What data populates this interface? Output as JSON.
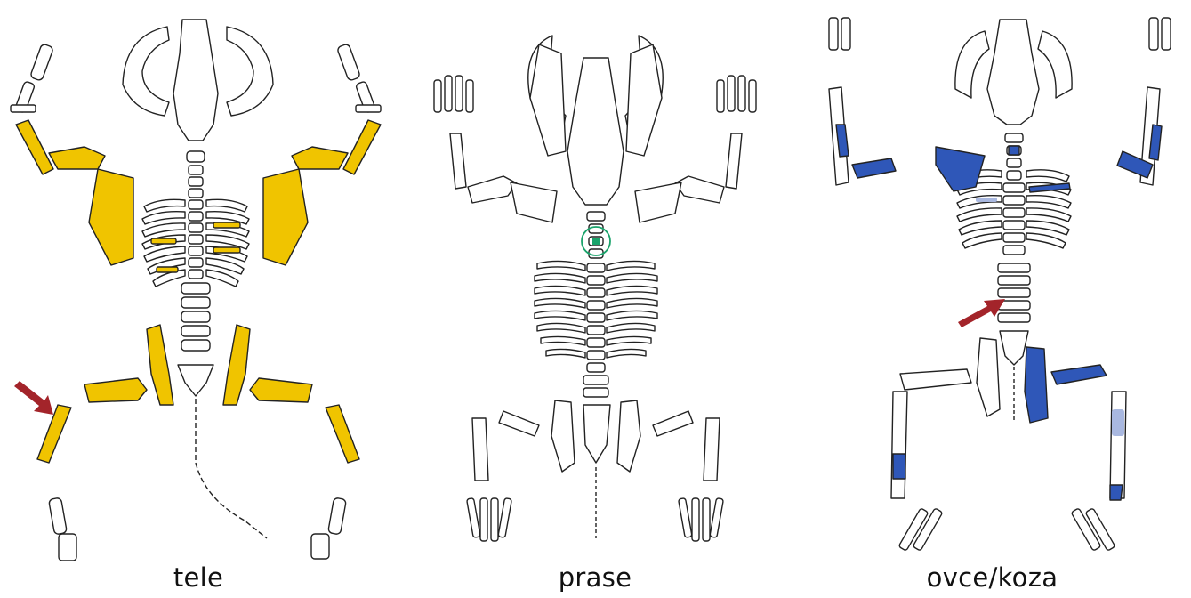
{
  "panels": [
    {
      "caption": "tele",
      "highlight_color": "#f0c400"
    },
    {
      "caption": "prase",
      "highlight_color": "#1aa36b"
    },
    {
      "caption": "ovce/koza",
      "highlight_color": "#2f57b8"
    }
  ],
  "arrow_color": "#a3242a"
}
